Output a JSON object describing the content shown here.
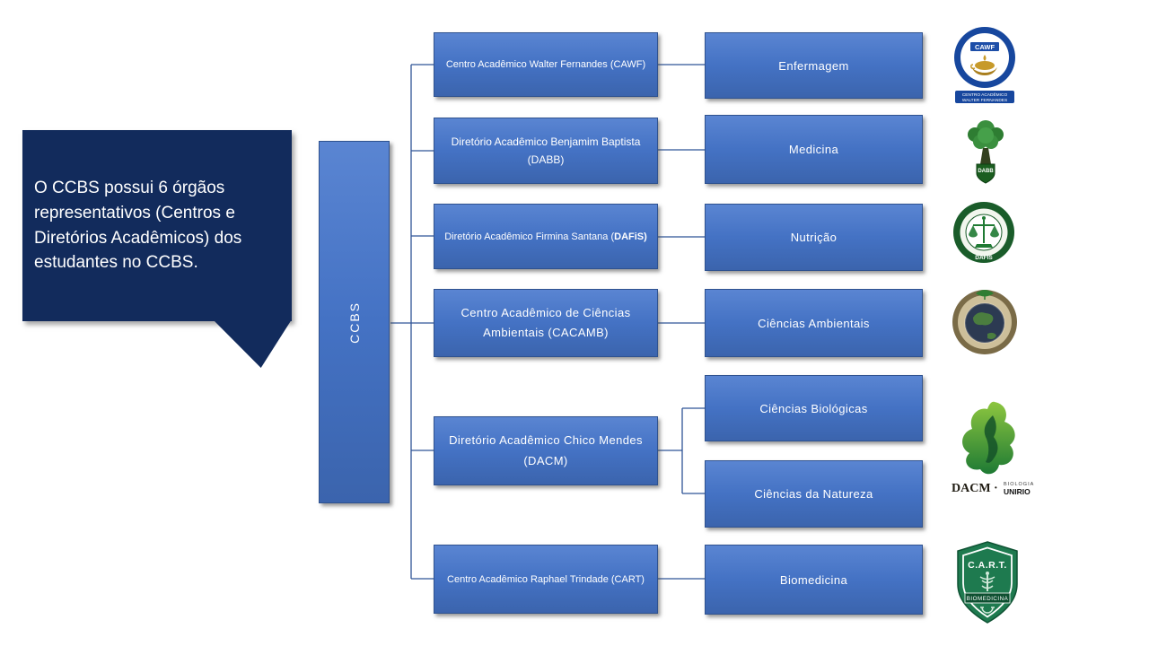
{
  "callout": {
    "text": "O CCBS possui 6 órgãos representativos (Centros e Diretórios Acadêmicos) dos estudantes no CCBS."
  },
  "root": {
    "label": "CCBS"
  },
  "colors": {
    "box_blue": "#4472C4",
    "box_border": "#2F528F",
    "callout_navy": "#122B5C",
    "connector_blue": "#2F5496"
  },
  "orgs": [
    {
      "name": "Centro Acadêmico Walter Fernandes (CAWF)",
      "courses": [
        "Enfermagem"
      ],
      "logo": {
        "name": "cawf-logo",
        "texts": [
          "CAWF",
          "CENTRO ACADÊMICO",
          "WALTER FERNANDES"
        ]
      }
    },
    {
      "name": "Diretório Acadêmico Benjamim Baptista (DABB)",
      "courses": [
        "Medicina"
      ],
      "logo": {
        "name": "dabb-logo",
        "texts": [
          "DABB"
        ]
      }
    },
    {
      "name_regular": "Diretório Acadêmico Firmina Santana (",
      "name_bold": "DAFiS)",
      "courses": [
        "Nutrição"
      ],
      "logo": {
        "name": "dafis-logo",
        "texts": [
          "DAFIS"
        ]
      }
    },
    {
      "name": "Centro Acadêmico de Ciências Ambientais (CACAMB)",
      "courses": [
        "Ciências Ambientais"
      ],
      "logo": {
        "name": "cacamb-logo",
        "texts": []
      }
    },
    {
      "name": "Diretório Acadêmico Chico Mendes (DACM)",
      "courses": [
        "Ciências Biológicas",
        "Ciências da Natureza"
      ],
      "logo": {
        "name": "dacm-logo",
        "texts": [
          "DACM ·",
          "BIOLOGIA",
          "UNIRIO"
        ]
      }
    },
    {
      "name": "Centro Acadêmico Raphael Trindade (CART)",
      "courses": [
        "Biomedicina"
      ],
      "logo": {
        "name": "cart-logo",
        "texts": [
          "C.A.R.T.",
          "BIOMEDICINA"
        ]
      }
    }
  ]
}
